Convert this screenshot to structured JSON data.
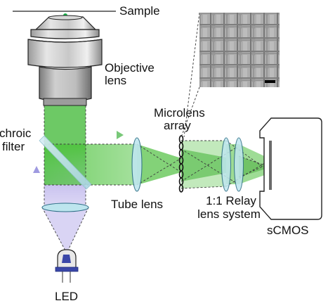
{
  "labels": {
    "sample": "Sample",
    "objective_line1": "Objective",
    "objective_line2": "lens",
    "microlens_line1": "Microlens",
    "microlens_line2": "array",
    "dichroic_line1": "chroic",
    "dichroic_line2": "filter",
    "tube_lens": "Tube lens",
    "relay_line1": "1:1 Relay",
    "relay_line2": "lens system",
    "camera": "sCMOS",
    "led": "LED"
  },
  "icons": {
    "emission_arrow": "green-triangle-arrow",
    "excitation_arrow": "purple-triangle-arrow"
  },
  "colors": {
    "emission_light": "#55c04a",
    "excitation_light": "#a9a7e2",
    "lens_fill": "#bfe6ef",
    "sample_dot": "#19b34a",
    "outline": "#222222"
  }
}
